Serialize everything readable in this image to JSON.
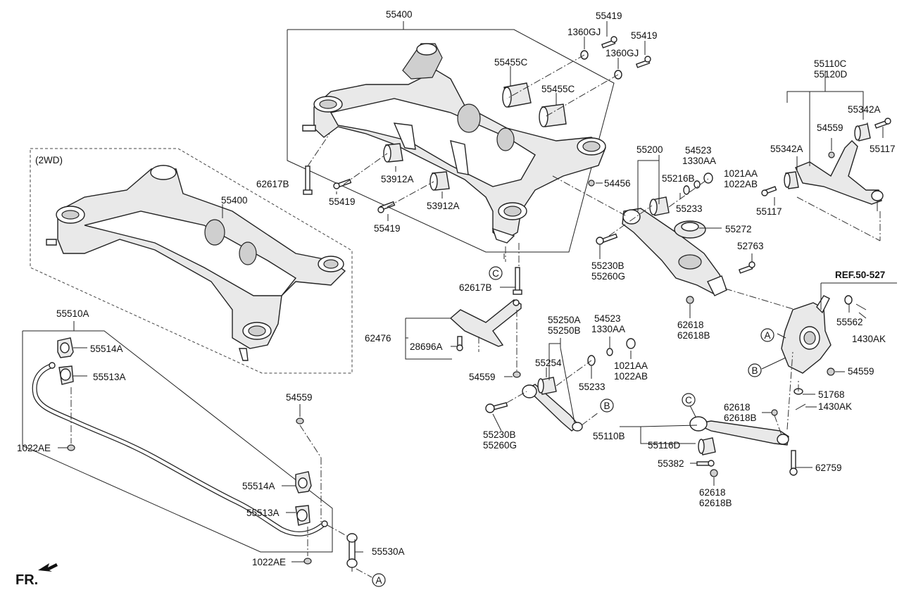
{
  "labels": {
    "top_55400": "55400",
    "l_55419_a": "55419",
    "l_1360gj_a": "1360GJ",
    "l_55419_b": "55419",
    "l_1360gj_b": "1360GJ",
    "l_55455c_a": "55455C",
    "l_55455c_b": "55455C",
    "l_62617b_a": "62617B",
    "l_55419_c": "55419",
    "l_53912a_a": "53912A",
    "l_53912a_b": "53912A",
    "l_55419_d": "55419",
    "l_54456": "54456",
    "l_2wd": "(2WD)",
    "l_55400_2wd": "55400",
    "l_55200": "55200",
    "l_55216b": "55216B",
    "l_54523_a": "54523",
    "l_1330aa_a": "1330AA",
    "l_1021aa_a": "1021AA",
    "l_1022ab_a": "1022AB",
    "l_55233_a": "55233",
    "l_55272": "55272",
    "l_55230b_a": "55230B",
    "l_55260g_a": "55260G",
    "l_52763": "52763",
    "l_62618_a": "62618",
    "l_62618b_a": "62618B",
    "l_55110c": "55110C",
    "l_55120d": "55120D",
    "l_55342a_a": "55342A",
    "l_54559_a": "54559",
    "l_55342a_b": "55342A",
    "l_55117_a": "55117",
    "l_55117_b": "55117",
    "l_ref": "REF.50-527",
    "l_55562": "55562",
    "l_1430ak_a": "1430AK",
    "l_54559_b": "54559",
    "l_51768": "51768",
    "l_1430ak_b": "1430AK",
    "l_62618_b": "62618",
    "l_62618b_b": "62618B",
    "l_55110b": "55110B",
    "l_55116d": "55116D",
    "l_55382": "55382",
    "l_62759": "62759",
    "l_62618_c": "62618",
    "l_62618b_c": "62618B",
    "l_62617b_b": "62617B",
    "l_62476": "62476",
    "l_28696a": "28696A",
    "l_54559_c": "54559",
    "l_55250a": "55250A",
    "l_55250b": "55250B",
    "l_54523_b": "54523",
    "l_1330aa_b": "1330AA",
    "l_55254": "55254",
    "l_55233_b": "55233",
    "l_1021aa_b": "1021AA",
    "l_1022ab_b": "1022AB",
    "l_55230b_b": "55230B",
    "l_55260g_b": "55260G",
    "l_55510a": "55510A",
    "l_55514a_a": "55514A",
    "l_55513a_a": "55513A",
    "l_1022ae_a": "1022AE",
    "l_54559_d": "54559",
    "l_55514a_b": "55514A",
    "l_55513a_b": "55513A",
    "l_55530a": "55530A",
    "l_1022ae_b": "1022AE",
    "l_fr": "FR."
  },
  "callouts": {
    "c_top": "C",
    "a_knuckle": "A",
    "b_knuckle": "B",
    "b_link": "B",
    "c_link": "C",
    "a_stab": "A"
  }
}
